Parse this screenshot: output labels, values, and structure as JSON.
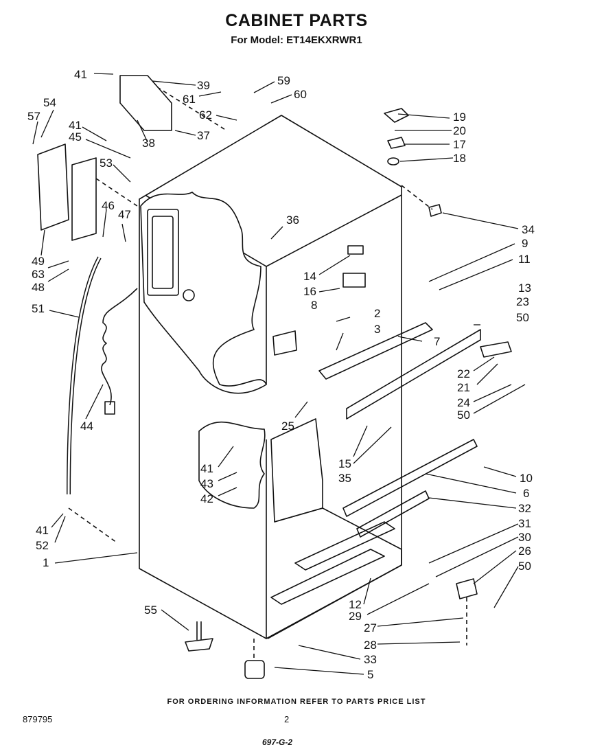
{
  "header": {
    "title": "CABINET PARTS",
    "subtitle": "For Model: ET14EKXRWR1"
  },
  "callouts": [
    {
      "label": "41"
    },
    {
      "label": "39"
    },
    {
      "label": "59"
    },
    {
      "label": "60"
    },
    {
      "label": "61"
    },
    {
      "label": "62"
    },
    {
      "label": "54"
    },
    {
      "label": "57"
    },
    {
      "label": "41"
    },
    {
      "label": "45"
    },
    {
      "label": "38"
    },
    {
      "label": "37"
    },
    {
      "label": "53"
    },
    {
      "label": "46"
    },
    {
      "label": "47"
    },
    {
      "label": "49"
    },
    {
      "label": "63"
    },
    {
      "label": "48"
    },
    {
      "label": "51"
    },
    {
      "label": "44"
    },
    {
      "label": "19"
    },
    {
      "label": "20"
    },
    {
      "label": "17"
    },
    {
      "label": "18"
    },
    {
      "label": "34"
    },
    {
      "label": "36"
    },
    {
      "label": "9"
    },
    {
      "label": "11"
    },
    {
      "label": "14"
    },
    {
      "label": "16"
    },
    {
      "label": "13"
    },
    {
      "label": "23"
    },
    {
      "label": "50"
    },
    {
      "label": "8"
    },
    {
      "label": "2"
    },
    {
      "label": "3"
    },
    {
      "label": "7"
    },
    {
      "label": "22"
    },
    {
      "label": "21"
    },
    {
      "label": "24"
    },
    {
      "label": "50"
    },
    {
      "label": "25"
    },
    {
      "label": "15"
    },
    {
      "label": "35"
    },
    {
      "label": "41"
    },
    {
      "label": "43"
    },
    {
      "label": "42"
    },
    {
      "label": "10"
    },
    {
      "label": "6"
    },
    {
      "label": "32"
    },
    {
      "label": "31"
    },
    {
      "label": "30"
    },
    {
      "label": "26"
    },
    {
      "label": "50"
    },
    {
      "label": "41"
    },
    {
      "label": "52"
    },
    {
      "label": "1"
    },
    {
      "label": "12"
    },
    {
      "label": "29"
    },
    {
      "label": "27"
    },
    {
      "label": "28"
    },
    {
      "label": "55"
    },
    {
      "label": "33"
    },
    {
      "label": "5"
    }
  ],
  "footer": {
    "note": "FOR ORDERING INFORMATION REFER TO PARTS PRICE LIST",
    "doc_number": "879795",
    "page_number": "2",
    "handwritten": "697-G-2"
  }
}
